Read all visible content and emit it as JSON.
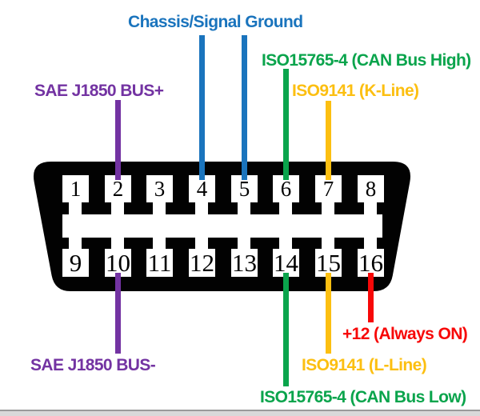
{
  "colors": {
    "wire_blue": "#1a74bd",
    "wire_green": "#0aa44c",
    "wire_yellow": "#fcbf11",
    "wire_purple": "#7333a2",
    "wire_red": "#f70808",
    "connector_body": "#020202",
    "pin_fill": "#ffffff",
    "pin_number_color": "#000000",
    "edge_bar_fill": "#d9d9d9",
    "edge_bar_line": "#9a9a9a"
  },
  "connector": {
    "type": "OBD-II 16-pin female connector",
    "pins": [
      "1",
      "2",
      "3",
      "4",
      "5",
      "6",
      "7",
      "8",
      "9",
      "10",
      "11",
      "12",
      "13",
      "14",
      "15",
      "16"
    ]
  },
  "labels": {
    "chassis_ground": {
      "text": "Chassis/Signal Ground",
      "pins": "4, 5",
      "color": "#1a74bd"
    },
    "can_high": {
      "text": "ISO15765-4 (CAN Bus High)",
      "pins": "6",
      "color": "#0aa44c"
    },
    "k_line": {
      "text": "ISO9141 (K-Line)",
      "pins": "7",
      "color": "#fcbf11"
    },
    "j1850_plus": {
      "text": "SAE J1850 BUS+",
      "pins": "2",
      "color": "#7333a2"
    },
    "j1850_minus": {
      "text": "SAE J1850 BUS-",
      "pins": "10",
      "color": "#7333a2"
    },
    "can_low": {
      "text": "ISO15765-4 (CAN Bus Low)",
      "pins": "14",
      "color": "#0aa44c"
    },
    "l_line": {
      "text": "ISO9141 (L-Line)",
      "pins": "15",
      "color": "#fcbf11"
    },
    "power": {
      "text": "+12 (Always ON)",
      "pins": "16",
      "color": "#f70808"
    }
  }
}
